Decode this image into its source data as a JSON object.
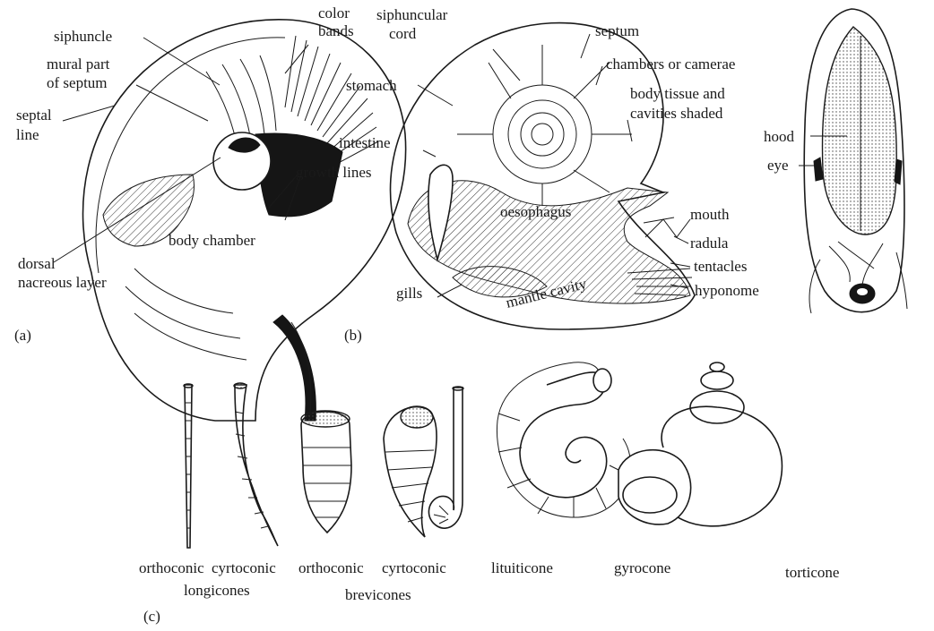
{
  "panel_a": {
    "letter": "(a)",
    "labels": {
      "color_bands_1": "color",
      "color_bands_2": "bands",
      "siphuncle": "siphuncle",
      "mural_1": "mural part",
      "mural_2": "of septum",
      "septal_line_1": "septal",
      "septal_line_2": "line",
      "growth_lines": "growth lines",
      "body_chamber": "body chamber",
      "dorsal_1": "dorsal",
      "dorsal_2": "nacreous layer"
    }
  },
  "panel_b": {
    "letter": "(b)",
    "labels": {
      "siphuncular_1": "siphuncular",
      "siphuncular_2": "cord",
      "septum": "septum",
      "chambers": "chambers or camerae",
      "stomach": "stomach",
      "body_tissue_1": "body tissue and",
      "body_tissue_2": "cavities shaded",
      "intestine": "intestine",
      "hood": "hood",
      "eye": "eye",
      "mouth": "mouth",
      "oesophagus": "oesophagus",
      "radula": "radula",
      "tentacles": "tentacles",
      "gills": "gills",
      "mantle_cavity": "mantle cavity",
      "hyponome": "hyponome"
    }
  },
  "panel_c": {
    "letter": "(c)",
    "labels": {
      "orthoconic_1": "orthoconic",
      "cyrtoconic_1": "cyrtoconic",
      "orthoconic_2": "orthoconic",
      "cyrtoconic_2": "cyrtoconic",
      "lituiticone": "lituiticone",
      "gyrocone": "gyrocone",
      "torticone": "torticone",
      "longicones": "longicones",
      "brevicones": "brevicones"
    }
  }
}
